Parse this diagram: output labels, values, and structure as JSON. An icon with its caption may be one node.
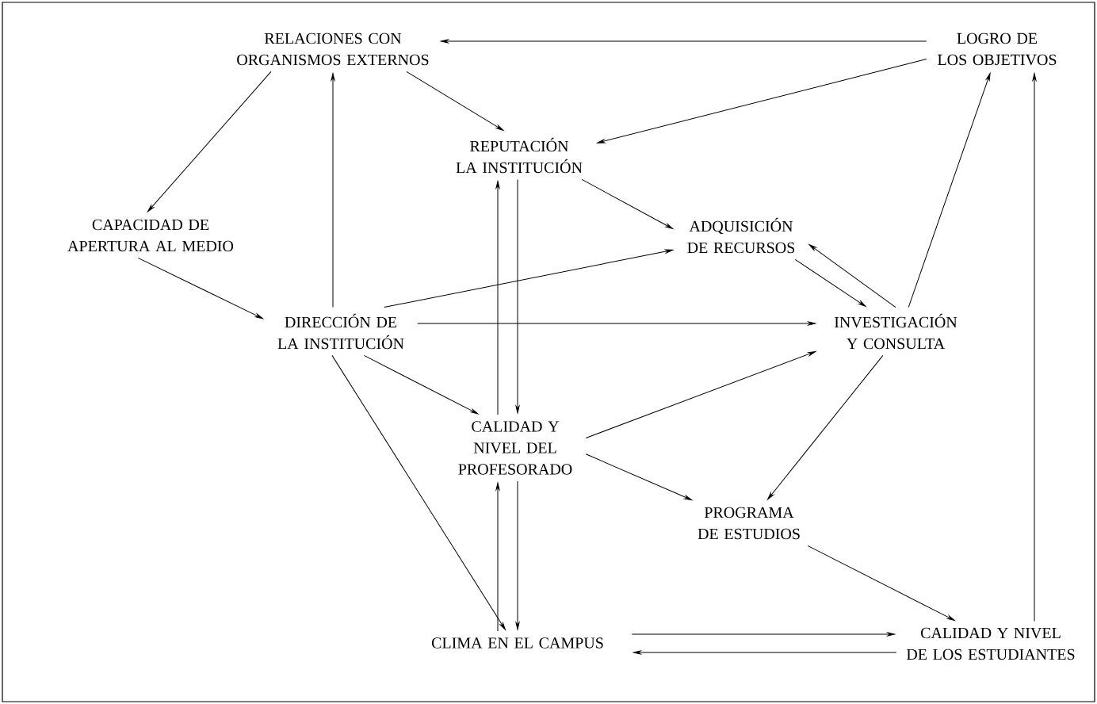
{
  "diagram": {
    "nodes": [
      {
        "text": [
          "RELACIONES CON ORGANISMOS EXTERNOS"
        ]
      },
      {
        "text": [
          "LOGRO DE LOS OBJETIVOS"
        ]
      },
      {
        "text": [
          "REPUTACIÓN LA INSTITUCIÓN"
        ]
      },
      {
        "text": [
          "CAPACIDAD DE APERTURA AL MEDIO"
        ]
      },
      {
        "text": [
          "ADQUISICIÓN DE RECURSOS"
        ]
      },
      {
        "text": [
          "DIRECCIÓN DE LA INSTITUCIÓN"
        ]
      },
      {
        "text": [
          "INVESTIGACIÓN Y CONSULTA"
        ]
      },
      {
        "text": [
          "CALIDAD Y NIVEL DEL PROFESORADO"
        ]
      },
      {
        "text": [
          "PROGRAMA DE ESTUDIOS"
        ]
      },
      {
        "text": [
          "CLIMA EN EL CAMPUS"
        ]
      },
      {
        "text": [
          "CALIDAD Y NIVEL DE LOS ESTUDIANTES"
        ]
      }
    ],
    "edges": [
      {
        "from": 1,
        "to": 0,
        "arrow": "to"
      },
      {
        "from": 1,
        "to": 2,
        "arrow": "to"
      },
      {
        "from": 0,
        "to": 3,
        "arrow": "to"
      },
      {
        "from": 0,
        "to": 2,
        "arrow": "to"
      },
      {
        "from": 5,
        "to": 0,
        "arrow": "to"
      },
      {
        "from": 3,
        "to": 5,
        "arrow": "to"
      },
      {
        "from": 2,
        "to": 4,
        "arrow": "to"
      },
      {
        "from": 5,
        "to": 4,
        "arrow": "to"
      },
      {
        "from": 4,
        "to": 6,
        "arrow": "to"
      },
      {
        "from": 6,
        "to": 4,
        "arrow": "to"
      },
      {
        "from": 6,
        "to": 1,
        "arrow": "to"
      },
      {
        "from": 5,
        "to": 6,
        "arrow": "to"
      },
      {
        "from": 7,
        "to": 2,
        "arrow": "to"
      },
      {
        "from": 2,
        "to": 7,
        "arrow": "to"
      },
      {
        "from": 5,
        "to": 7,
        "arrow": "to"
      },
      {
        "from": 5,
        "to": 9,
        "arrow": "to"
      },
      {
        "from": 7,
        "to": 6,
        "arrow": "to"
      },
      {
        "from": 6,
        "to": 8,
        "arrow": "to"
      },
      {
        "from": 7,
        "to": 8,
        "arrow": "to"
      },
      {
        "from": 7,
        "to": 9,
        "arrow": "to"
      },
      {
        "from": 9,
        "to": 7,
        "arrow": "to"
      },
      {
        "from": 8,
        "to": 10,
        "arrow": "to"
      },
      {
        "from": 9,
        "to": 10,
        "arrow": "to"
      },
      {
        "from": 10,
        "to": 9,
        "arrow": "to"
      },
      {
        "from": 10,
        "to": 1,
        "arrow": "to"
      }
    ]
  }
}
